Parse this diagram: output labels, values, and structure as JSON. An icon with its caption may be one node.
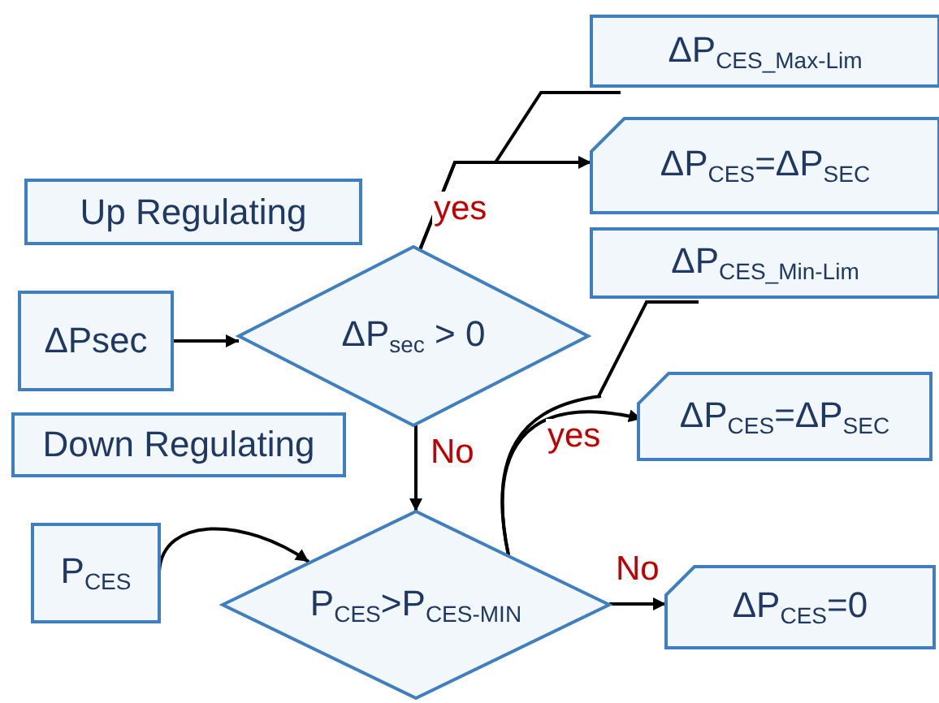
{
  "diagram": {
    "nodes": [
      {
        "text": [
          "ΔP$_{CES_Max-Lim}$"
        ]
      },
      {
        "text": [
          "ΔP$_{CES}$=ΔP$_{SEC}$"
        ]
      },
      {
        "text": [
          "Up Regulating"
        ]
      },
      {
        "text": [
          "ΔP$_{CES_Min-Lim}$"
        ]
      },
      {
        "text": [
          "ΔPsec"
        ]
      },
      {
        "text": [
          "ΔP$_{sec}$ > 0"
        ]
      },
      {
        "text": [
          "ΔP$_{CES}$=ΔP$_{SEC}$"
        ]
      },
      {
        "text": [
          "Down Regulating"
        ]
      },
      {
        "text": [
          "P$_{CES}$"
        ]
      },
      {
        "text": [
          "P$_{CES}$>P$_{CES-MIN}$"
        ]
      },
      {
        "text": [
          "ΔP$_{CES}$=0"
        ]
      }
    ],
    "edges": [
      {
        "from": 4,
        "to": 5,
        "arrow": "to"
      },
      {
        "from": 5,
        "to": 0,
        "arrow": "none"
      },
      {
        "from": 5,
        "to": 1,
        "arrow": "to",
        "label": "yes"
      },
      {
        "from": 5,
        "to": 9,
        "arrow": "to",
        "label": "No"
      },
      {
        "from": 8,
        "to": 9,
        "arrow": "to"
      },
      {
        "from": 9,
        "to": 3,
        "arrow": "none"
      },
      {
        "from": 9,
        "to": 6,
        "arrow": "to",
        "label": "yes"
      },
      {
        "from": 9,
        "to": 10,
        "arrow": "to",
        "label": "No"
      }
    ]
  }
}
